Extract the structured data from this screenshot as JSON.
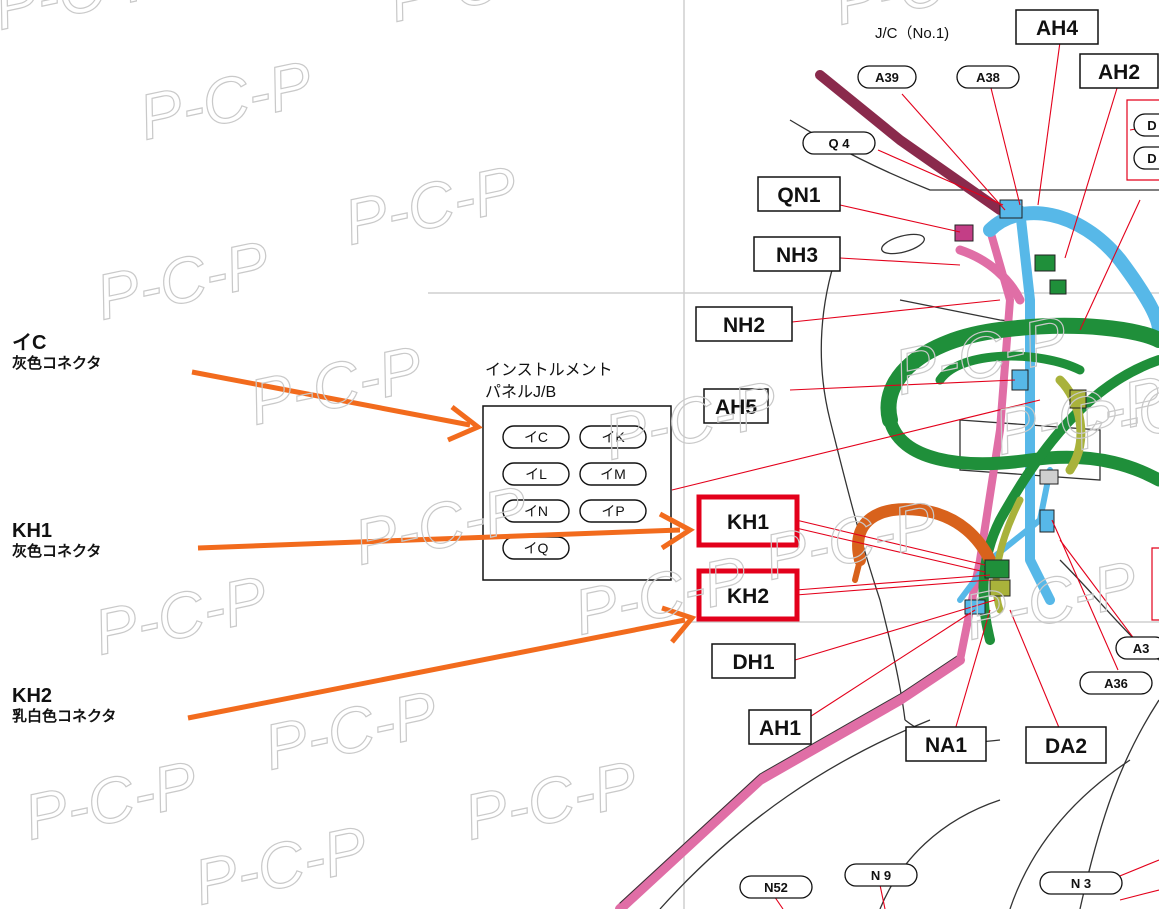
{
  "watermark": "P-C-P",
  "callouts": [
    {
      "code": "イC",
      "desc": "灰色コネクタ"
    },
    {
      "code": "KH1",
      "desc": "灰色コネクタ"
    },
    {
      "code": "KH2",
      "desc": "乳白色コネクタ"
    }
  ],
  "junction_block": {
    "title_line1": "インストルメント",
    "title_line2": "パネルJ/B",
    "connectors": [
      "イC",
      "イK",
      "イL",
      "イM",
      "イN",
      "イP",
      "イQ"
    ]
  },
  "jc_label": "J/C（No.1)",
  "box_labels": [
    "AH4",
    "AH2",
    "QN1",
    "NH3",
    "NH2",
    "AH5",
    "KH1",
    "KH2",
    "DH1",
    "AH1",
    "NA1",
    "DA2"
  ],
  "highlighted": [
    "KH1",
    "KH2"
  ],
  "oval_labels": [
    "A39",
    "A38",
    "Q 4",
    "A36",
    "A3",
    "N52",
    "N 9",
    "N 3",
    "D",
    "D"
  ],
  "colors": {
    "arrow": "#f26b1d",
    "highlight": "#e3001b",
    "leader": "#e3001b",
    "harness_green": "#1f8f3a",
    "harness_blue": "#57b8e8",
    "harness_pink": "#e06ea6",
    "harness_orange": "#d8621c",
    "harness_purple": "#8a2a4c",
    "harness_olive": "#a9b23b",
    "watermark": "#c9c9c9"
  }
}
